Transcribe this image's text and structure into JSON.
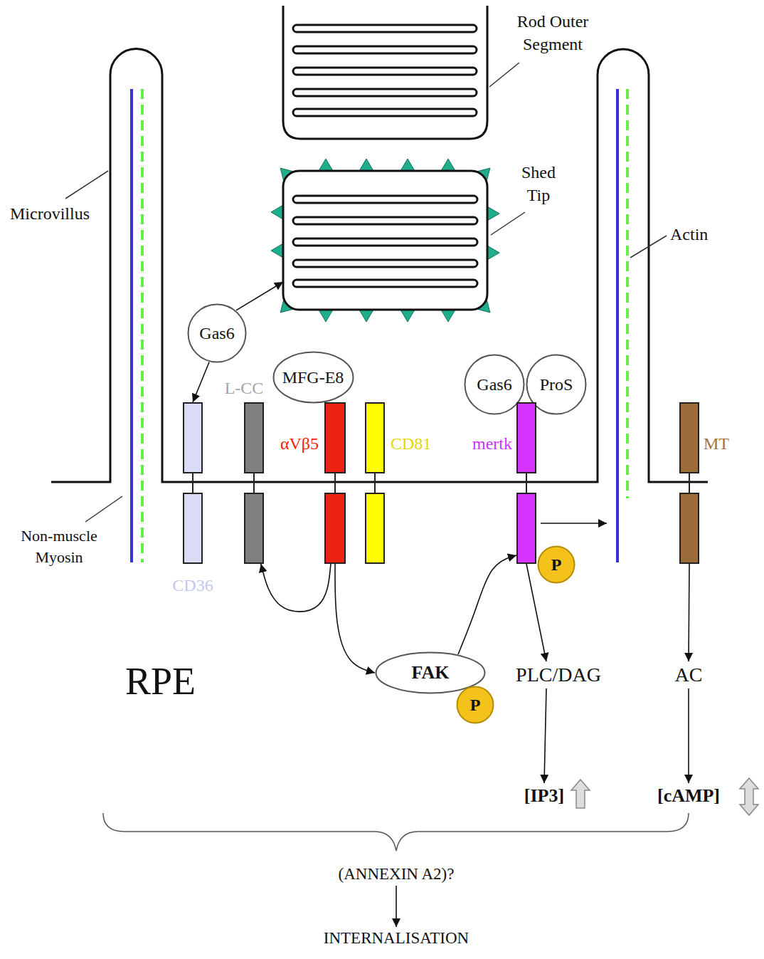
{
  "diagram": {
    "nodes": [
      {
        "text": [
          "Shed Tip"
        ]
      },
      {
        "text": [
          "Gas6"
        ]
      },
      {
        "text": [
          "MFG-E8"
        ]
      },
      {
        "text": [
          "Gas6"
        ]
      },
      {
        "text": [
          "ProS"
        ]
      },
      {
        "text": [
          "CD36"
        ]
      },
      {
        "text": [
          "L-CC"
        ]
      },
      {
        "text": [
          "αVβ5"
        ]
      },
      {
        "text": [
          "CD81"
        ]
      },
      {
        "text": [
          "mertk"
        ]
      },
      {
        "text": [
          "MT"
        ]
      },
      {
        "text": [
          "P"
        ]
      },
      {
        "text": [
          "FAK"
        ]
      },
      {
        "text": [
          "P"
        ]
      },
      {
        "text": [
          "PLC/DAG"
        ]
      },
      {
        "text": [
          "AC"
        ]
      },
      {
        "text": [
          "[IP3]"
        ]
      },
      {
        "text": [
          "[cAMP]"
        ]
      },
      {
        "text": [
          "(ANNEXIN A2)?"
        ]
      },
      {
        "text": [
          "INTERNALISATION"
        ]
      }
    ],
    "edges": [
      {
        "from": 1,
        "to": 0,
        "arrow": "to"
      },
      {
        "from": 1,
        "to": 5,
        "arrow": "to"
      },
      {
        "from": 7,
        "to": 6,
        "arrow": "to"
      },
      {
        "from": 7,
        "to": 12,
        "arrow": "to"
      },
      {
        "from": 12,
        "to": 9,
        "arrow": "to"
      },
      {
        "from": 9,
        "to": 14,
        "arrow": "to"
      },
      {
        "from": 10,
        "to": 15,
        "arrow": "to"
      },
      {
        "from": 14,
        "to": 16,
        "arrow": "to"
      },
      {
        "from": 15,
        "to": 17,
        "arrow": "to"
      },
      {
        "from": 18,
        "to": 19,
        "arrow": "to"
      }
    ],
    "labels": [
      "Rod Outer Segment",
      "Microvillus",
      "Actin",
      "Non-muscle Myosin",
      "RPE"
    ]
  }
}
